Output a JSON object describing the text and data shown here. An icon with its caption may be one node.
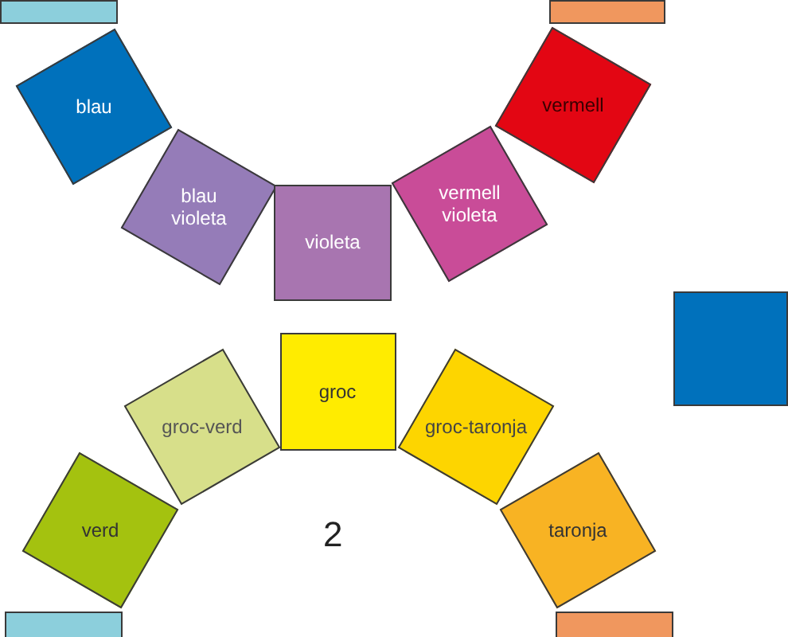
{
  "diagram": {
    "nodes": [
      {
        "text": [],
        "shape": "box"
      },
      {
        "text": [],
        "shape": "box"
      },
      {
        "text": [
          "blau"
        ]
      },
      {
        "text": [
          "vermell"
        ]
      },
      {
        "text": [
          "blau violeta"
        ]
      },
      {
        "text": [
          "violeta"
        ]
      },
      {
        "text": [
          "vermell violeta"
        ]
      },
      {
        "text": [],
        "shape": "box"
      },
      {
        "text": [
          "groc-verd"
        ]
      },
      {
        "text": [
          "groc"
        ]
      },
      {
        "text": [
          "groc-taronja"
        ]
      },
      {
        "text": [
          "verd"
        ]
      },
      {
        "text": [
          "taronja"
        ]
      },
      {
        "text": [],
        "shape": "box"
      },
      {
        "text": [],
        "shape": "box"
      }
    ],
    "edges": [],
    "labels": [
      "2"
    ]
  }
}
